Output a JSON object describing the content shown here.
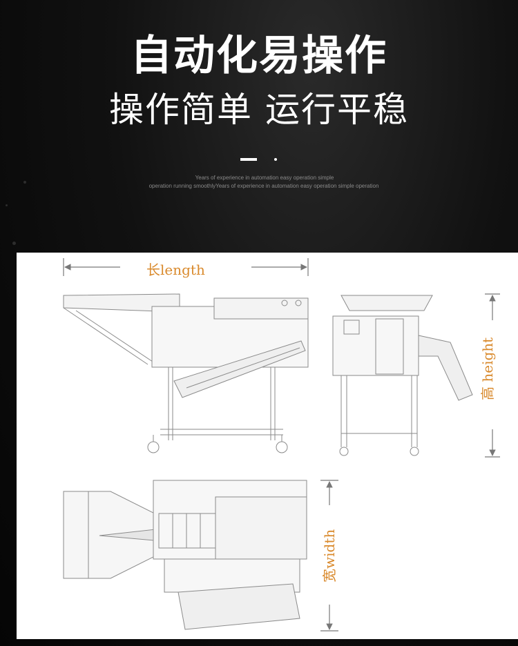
{
  "hero": {
    "title": "自动化易操作",
    "subtitle": "操作简单 运行平稳",
    "tagline_line1": "Years of experience in automation easy operation simple",
    "tagline_line2": "operation running smoothlyYears of experience in automation easy operation simple operation"
  },
  "diagram": {
    "length_label": "长length",
    "height_label": "高 height",
    "width_label": "宽width"
  },
  "colors": {
    "background": "#0a0a0a",
    "title_text": "#ffffff",
    "dimension_label": "#d9892b",
    "line_art": "#8a8a8a",
    "panel": "#ffffff"
  }
}
